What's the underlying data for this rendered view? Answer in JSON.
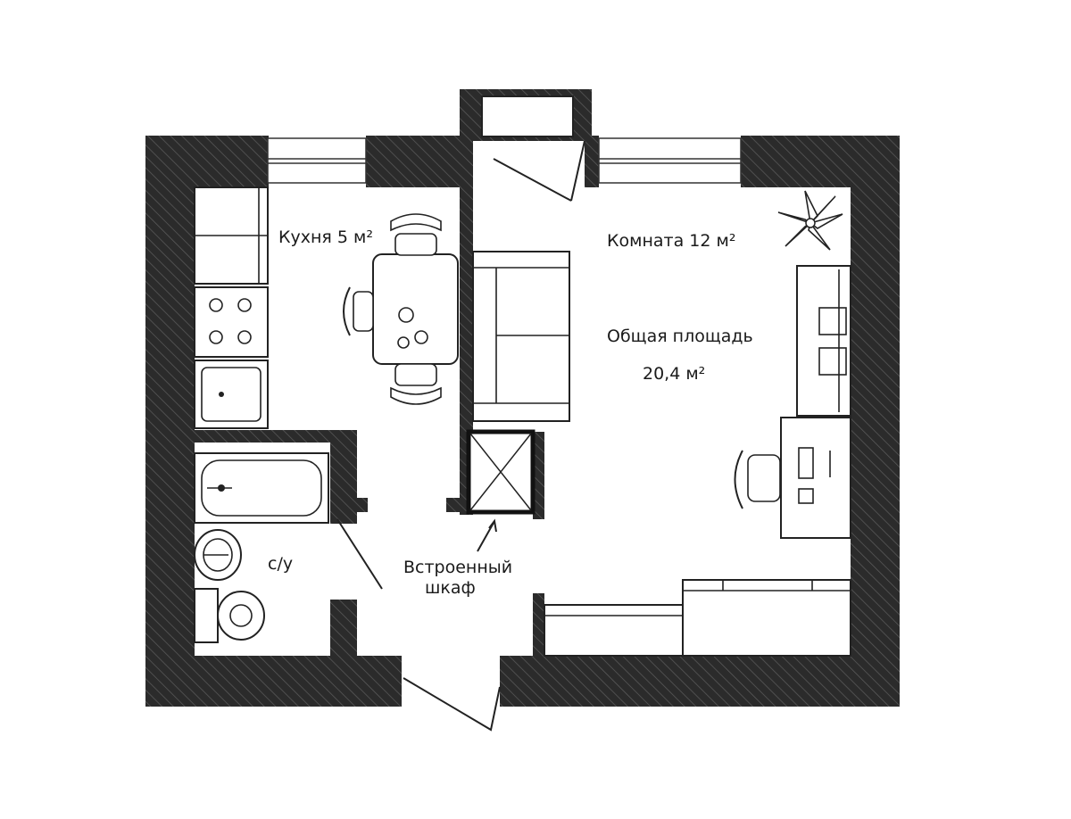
{
  "rooms": {
    "kitchen": {
      "name": "Кухня",
      "area": "5 м²"
    },
    "room": {
      "name": "Комната",
      "area": "12 м²"
    },
    "bathroom": {
      "name": "с/у"
    },
    "total": {
      "label": "Общая площадь",
      "value": "20,4 м²"
    },
    "closet": {
      "line1": "Встроенный",
      "line2": "шкаф"
    }
  },
  "colors": {
    "wall": "#2b2b2b",
    "hatch": "#5a5a5a",
    "background": "#ffffff",
    "line": "#222222"
  },
  "icons": [
    "arrow-icon",
    "plant-icon",
    "stove-icon",
    "sink-icon",
    "bathtub-icon",
    "toilet-icon",
    "chair-icon",
    "sofa-icon"
  ]
}
